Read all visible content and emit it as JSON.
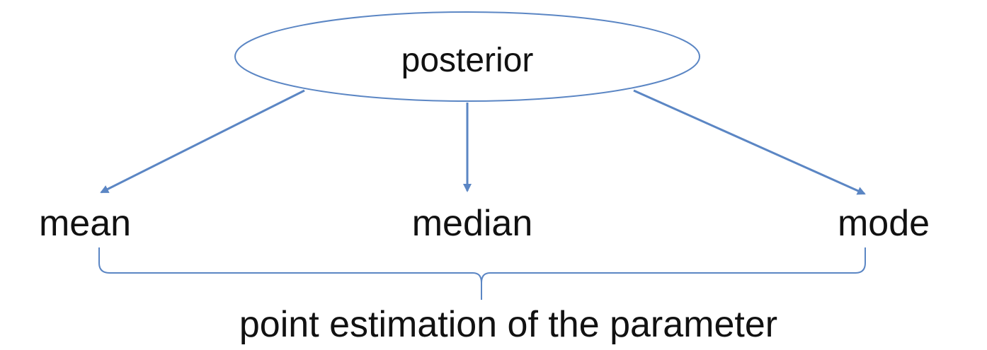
{
  "diagram": {
    "root": {
      "label": "posterior"
    },
    "children": [
      {
        "label": "mean"
      },
      {
        "label": "median"
      },
      {
        "label": "mode"
      }
    ],
    "bracket_label": "point estimation of the parameter"
  },
  "colors": {
    "line": "#5b86c4",
    "text": "#111111",
    "background": "#ffffff"
  }
}
